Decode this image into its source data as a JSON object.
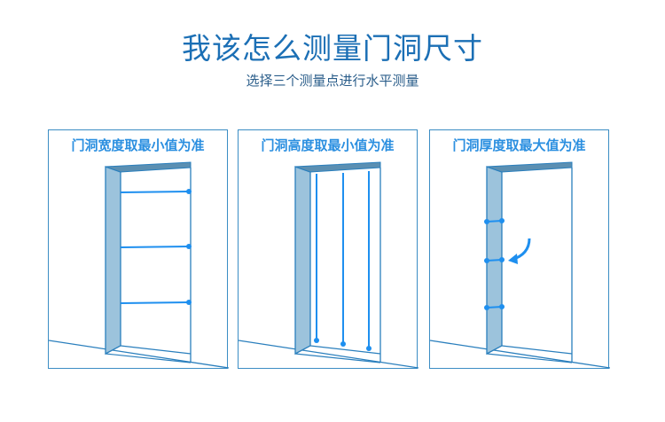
{
  "header": {
    "title": "我该怎么测量门洞尺寸",
    "subtitle": "选择三个测量点进行水平测量"
  },
  "panels": [
    {
      "title": "门洞宽度取最小值为准",
      "measure": "width"
    },
    {
      "title": "门洞高度取最小值为准",
      "measure": "height"
    },
    {
      "title": "门洞厚度取最大值为准",
      "measure": "thickness"
    }
  ],
  "colors": {
    "accent": "#1e8fef",
    "frame": "#2a7fbd",
    "jamb": "#9cc3dc",
    "title": "#1b6fb5"
  }
}
